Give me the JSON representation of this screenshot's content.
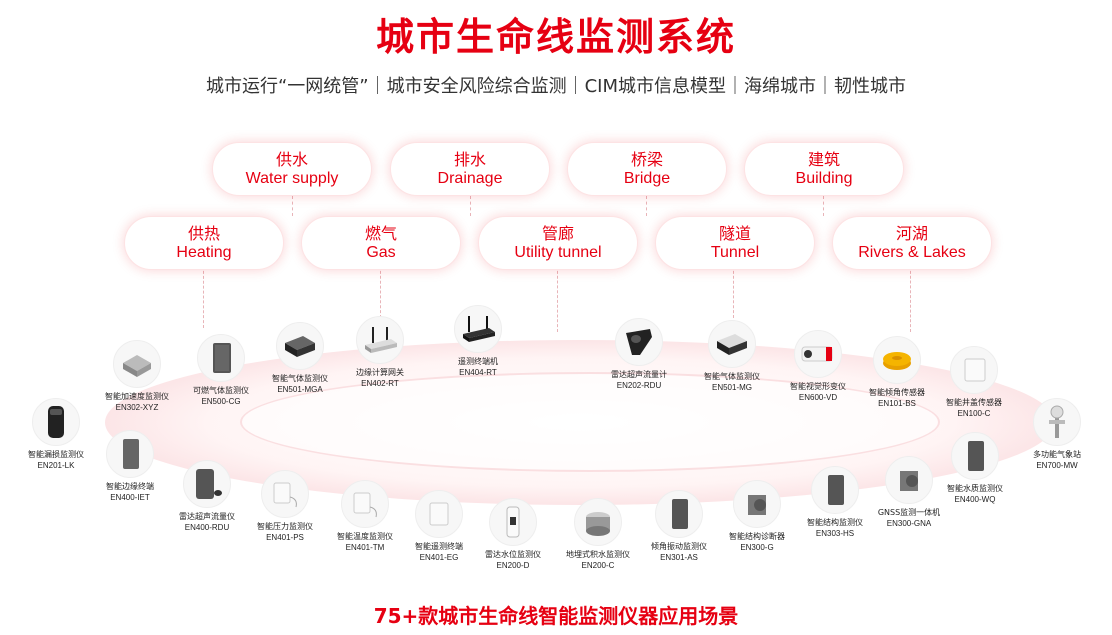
{
  "title": "城市生命线监测系统",
  "subtitle": "城市运行“一网统管”｜城市安全风险综合监测｜CIM城市信息模型｜海绵城市｜韧性城市",
  "footer": "75+款城市生命线智能监测仪器应用场景",
  "colors": {
    "accent": "#e60012"
  },
  "scenarios_row1": [
    {
      "zh": "供水",
      "en": "Water supply"
    },
    {
      "zh": "排水",
      "en": "Drainage"
    },
    {
      "zh": "桥梁",
      "en": "Bridge"
    },
    {
      "zh": "建筑",
      "en": "Building"
    }
  ],
  "scenarios_row2": [
    {
      "zh": "供热",
      "en": "Heating"
    },
    {
      "zh": "燃气",
      "en": "Gas"
    },
    {
      "zh": "管廊",
      "en": "Utility tunnel"
    },
    {
      "zh": "隧道",
      "en": "Tunnel"
    },
    {
      "zh": "河湖",
      "en": "Rivers & Lakes"
    }
  ],
  "devices": [
    {
      "name": "智能漏损监测仪",
      "model": "EN201-LK",
      "icon": "cylinder-device-icon"
    },
    {
      "name": "智能加速度监测仪",
      "model": "EN302-XYZ",
      "icon": "box-sensor-icon"
    },
    {
      "name": "可燃气体监测仪",
      "model": "EN500-CG",
      "icon": "gray-box-icon"
    },
    {
      "name": "智能气体监测仪",
      "model": "EN501-MGA",
      "icon": "dark-box-icon"
    },
    {
      "name": "边缘计算网关",
      "model": "EN402-RT",
      "icon": "router-icon"
    },
    {
      "name": "遥测终端机",
      "model": "EN404-RT",
      "icon": "terminal-icon"
    },
    {
      "name": "雷达超声流量计",
      "model": "EN202-RDU",
      "icon": "radar-icon"
    },
    {
      "name": "智能气体监测仪",
      "model": "EN501-MG",
      "icon": "dark-box-icon"
    },
    {
      "name": "智能视觉形变仪",
      "model": "EN600-VD",
      "icon": "camera-icon"
    },
    {
      "name": "智能倾角传感器",
      "model": "EN101-BS",
      "icon": "puck-icon"
    },
    {
      "name": "智能井盖传感器",
      "model": "EN100-C",
      "icon": "white-box-icon"
    },
    {
      "name": "多功能气象站",
      "model": "EN700-MW",
      "icon": "weather-station-icon"
    },
    {
      "name": "智能边缘终端",
      "model": "EN400-IET",
      "icon": "gray-box-icon"
    },
    {
      "name": "雷达超声流量仪",
      "model": "EN400-RDU",
      "icon": "gray-box-icon"
    },
    {
      "name": "智能压力监测仪",
      "model": "EN401-PS",
      "icon": "white-box-icon"
    },
    {
      "name": "智能温度监测仪",
      "model": "EN401-TM",
      "icon": "white-box-icon"
    },
    {
      "name": "智能遥测终端",
      "model": "EN401-EG",
      "icon": "white-box-icon"
    },
    {
      "name": "雷达水位监测仪",
      "model": "EN200-D",
      "icon": "white-cylinder-icon"
    },
    {
      "name": "地埋式积水监测仪",
      "model": "EN200-C",
      "icon": "round-sensor-icon"
    },
    {
      "name": "倾角振动监测仪",
      "model": "EN301-AS",
      "icon": "gray-box-icon"
    },
    {
      "name": "智能结构诊断器",
      "model": "EN300-G",
      "icon": "gray-cube-icon"
    },
    {
      "name": "智能结构监测仪",
      "model": "EN303-HS",
      "icon": "gray-box-icon"
    },
    {
      "name": "GNSS监测一体机",
      "model": "EN300-GNA",
      "icon": "gray-cube-icon"
    },
    {
      "name": "智能水质监测仪",
      "model": "EN400-WQ",
      "icon": "gray-box-icon"
    }
  ]
}
